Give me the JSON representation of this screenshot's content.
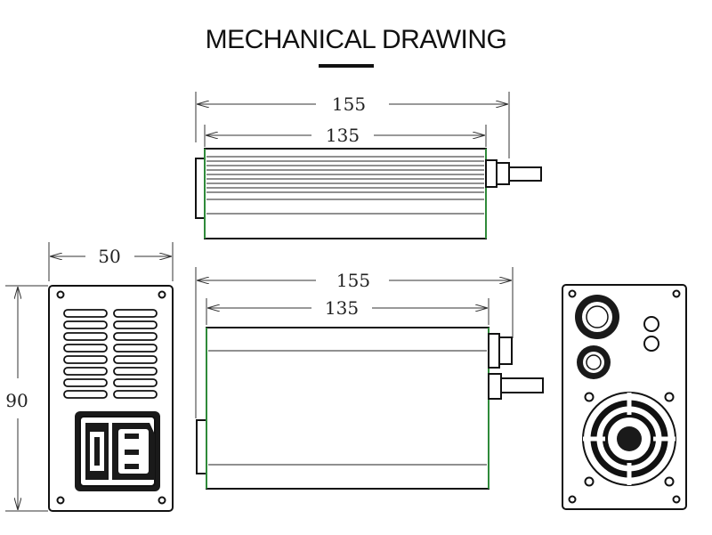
{
  "title": "MECHANICAL DRAWING",
  "dimensions": {
    "top_overall": "155",
    "top_body": "135",
    "side_overall": "155",
    "side_body": "135",
    "front_width": "50",
    "front_height": "90"
  }
}
